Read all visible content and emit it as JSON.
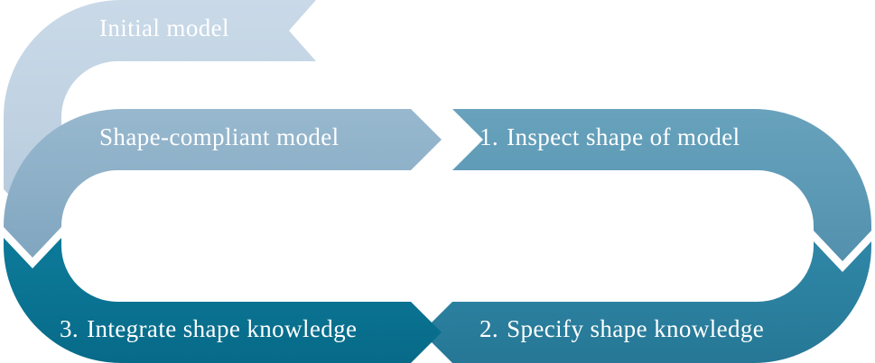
{
  "diagram": {
    "type": "cyclic-process-flow",
    "title_visible": false,
    "background_color": "#ffffff",
    "bands": [
      {
        "id": "initial-model",
        "label": "Initial model",
        "number": "",
        "color": "#c0d2e2",
        "role": "input-artifact",
        "direction": "right",
        "end_cap": "notched-ribbon"
      },
      {
        "id": "shape-compliant-model",
        "label": "Shape-compliant model",
        "number": "",
        "color": "#8cafc7",
        "role": "output-artifact",
        "direction": "right",
        "end_cap": "chevron-right"
      },
      {
        "id": "step-1",
        "label": "Inspect shape of model",
        "number": "1.",
        "color": "#5c99b5",
        "role": "process-step",
        "direction": "right-then-down",
        "end_cap": "chevron-down"
      },
      {
        "id": "step-2",
        "label": "Specify shape knowledge",
        "number": "2.",
        "color": "#2b7f9e",
        "role": "process-step",
        "direction": "down-then-left",
        "end_cap": "chevron-left"
      },
      {
        "id": "step-3",
        "label": "Integrate shape knowledge",
        "number": "3.",
        "color": "#0a7291",
        "role": "process-step",
        "direction": "left-then-up",
        "end_cap": "chevron-up"
      }
    ],
    "colors": {
      "lightest_blue": "#c0d2e2",
      "light_blue": "#8cafc7",
      "medium_blue": "#5c99b5",
      "dark_blue": "#2b7f9e",
      "darkest_teal": "#0a7291",
      "label_text": "#ffffff",
      "background": "#ffffff"
    }
  }
}
